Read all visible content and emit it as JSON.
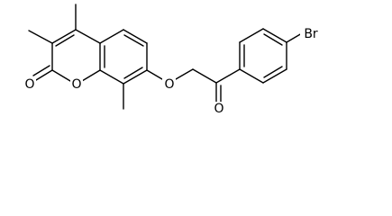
{
  "atom_labels": {
    "carbonyl_oxygen_lactone": "O",
    "ring_oxygen": "O",
    "ether_oxygen": "O",
    "ketone_oxygen": "O",
    "bromine": "Br"
  }
}
